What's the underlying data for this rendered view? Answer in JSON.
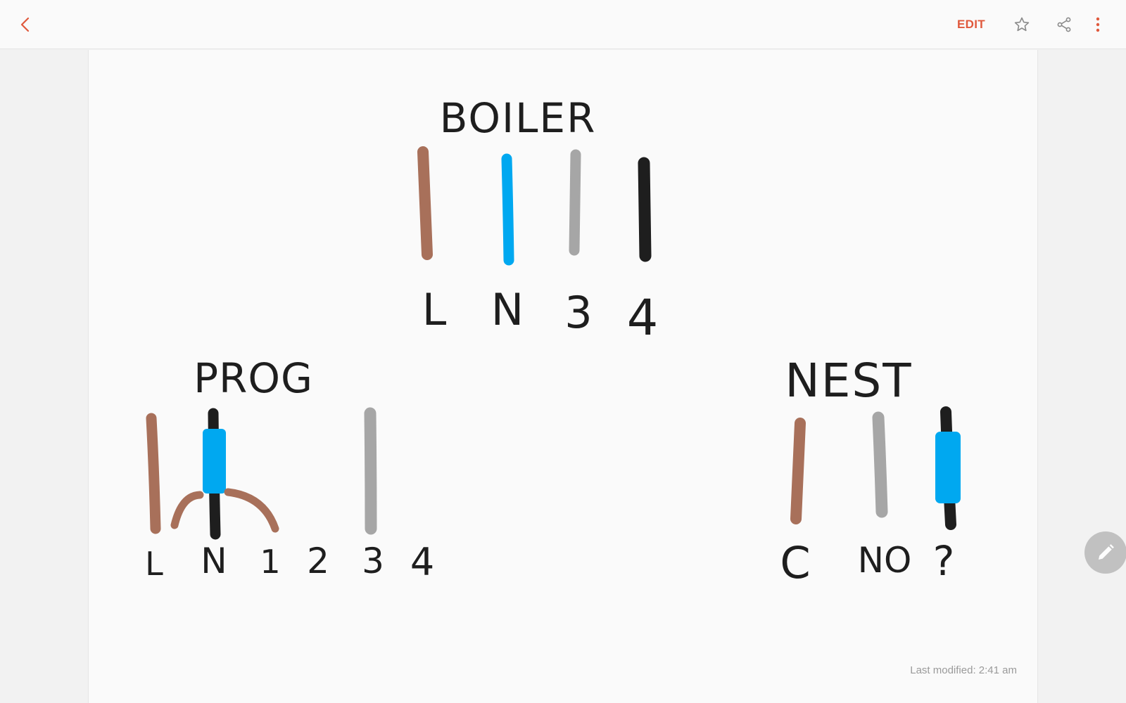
{
  "toolbar": {
    "edit_label": "EDIT",
    "icons": [
      "chevron-left-icon",
      "star-icon",
      "share-icon",
      "more-vert-icon"
    ],
    "accent_color": "#e0593c"
  },
  "note": {
    "boiler": {
      "title": "BOILER",
      "terminals": [
        "L",
        "N",
        "3",
        "4"
      ],
      "wires": [
        "brown",
        "blue",
        "grey",
        "black"
      ]
    },
    "prog": {
      "title": "PROG",
      "terminals": [
        "L",
        "N",
        "1",
        "2",
        "3",
        "4"
      ],
      "wires": [
        "brown",
        "black-with-blue-sleeve",
        "grey"
      ]
    },
    "nest": {
      "title": "NEST",
      "terminals": [
        "C",
        "NO",
        "?"
      ],
      "wires": [
        "brown",
        "grey",
        "black-with-blue-sleeve"
      ]
    },
    "wire_colors": {
      "brown": "#a8705a",
      "blue": "#00a8f0",
      "grey": "#a6a6a6",
      "black": "#1e1e1e"
    },
    "last_modified": "Last modified: 2:41 am"
  },
  "fab": {
    "icon": "pencil-icon"
  }
}
